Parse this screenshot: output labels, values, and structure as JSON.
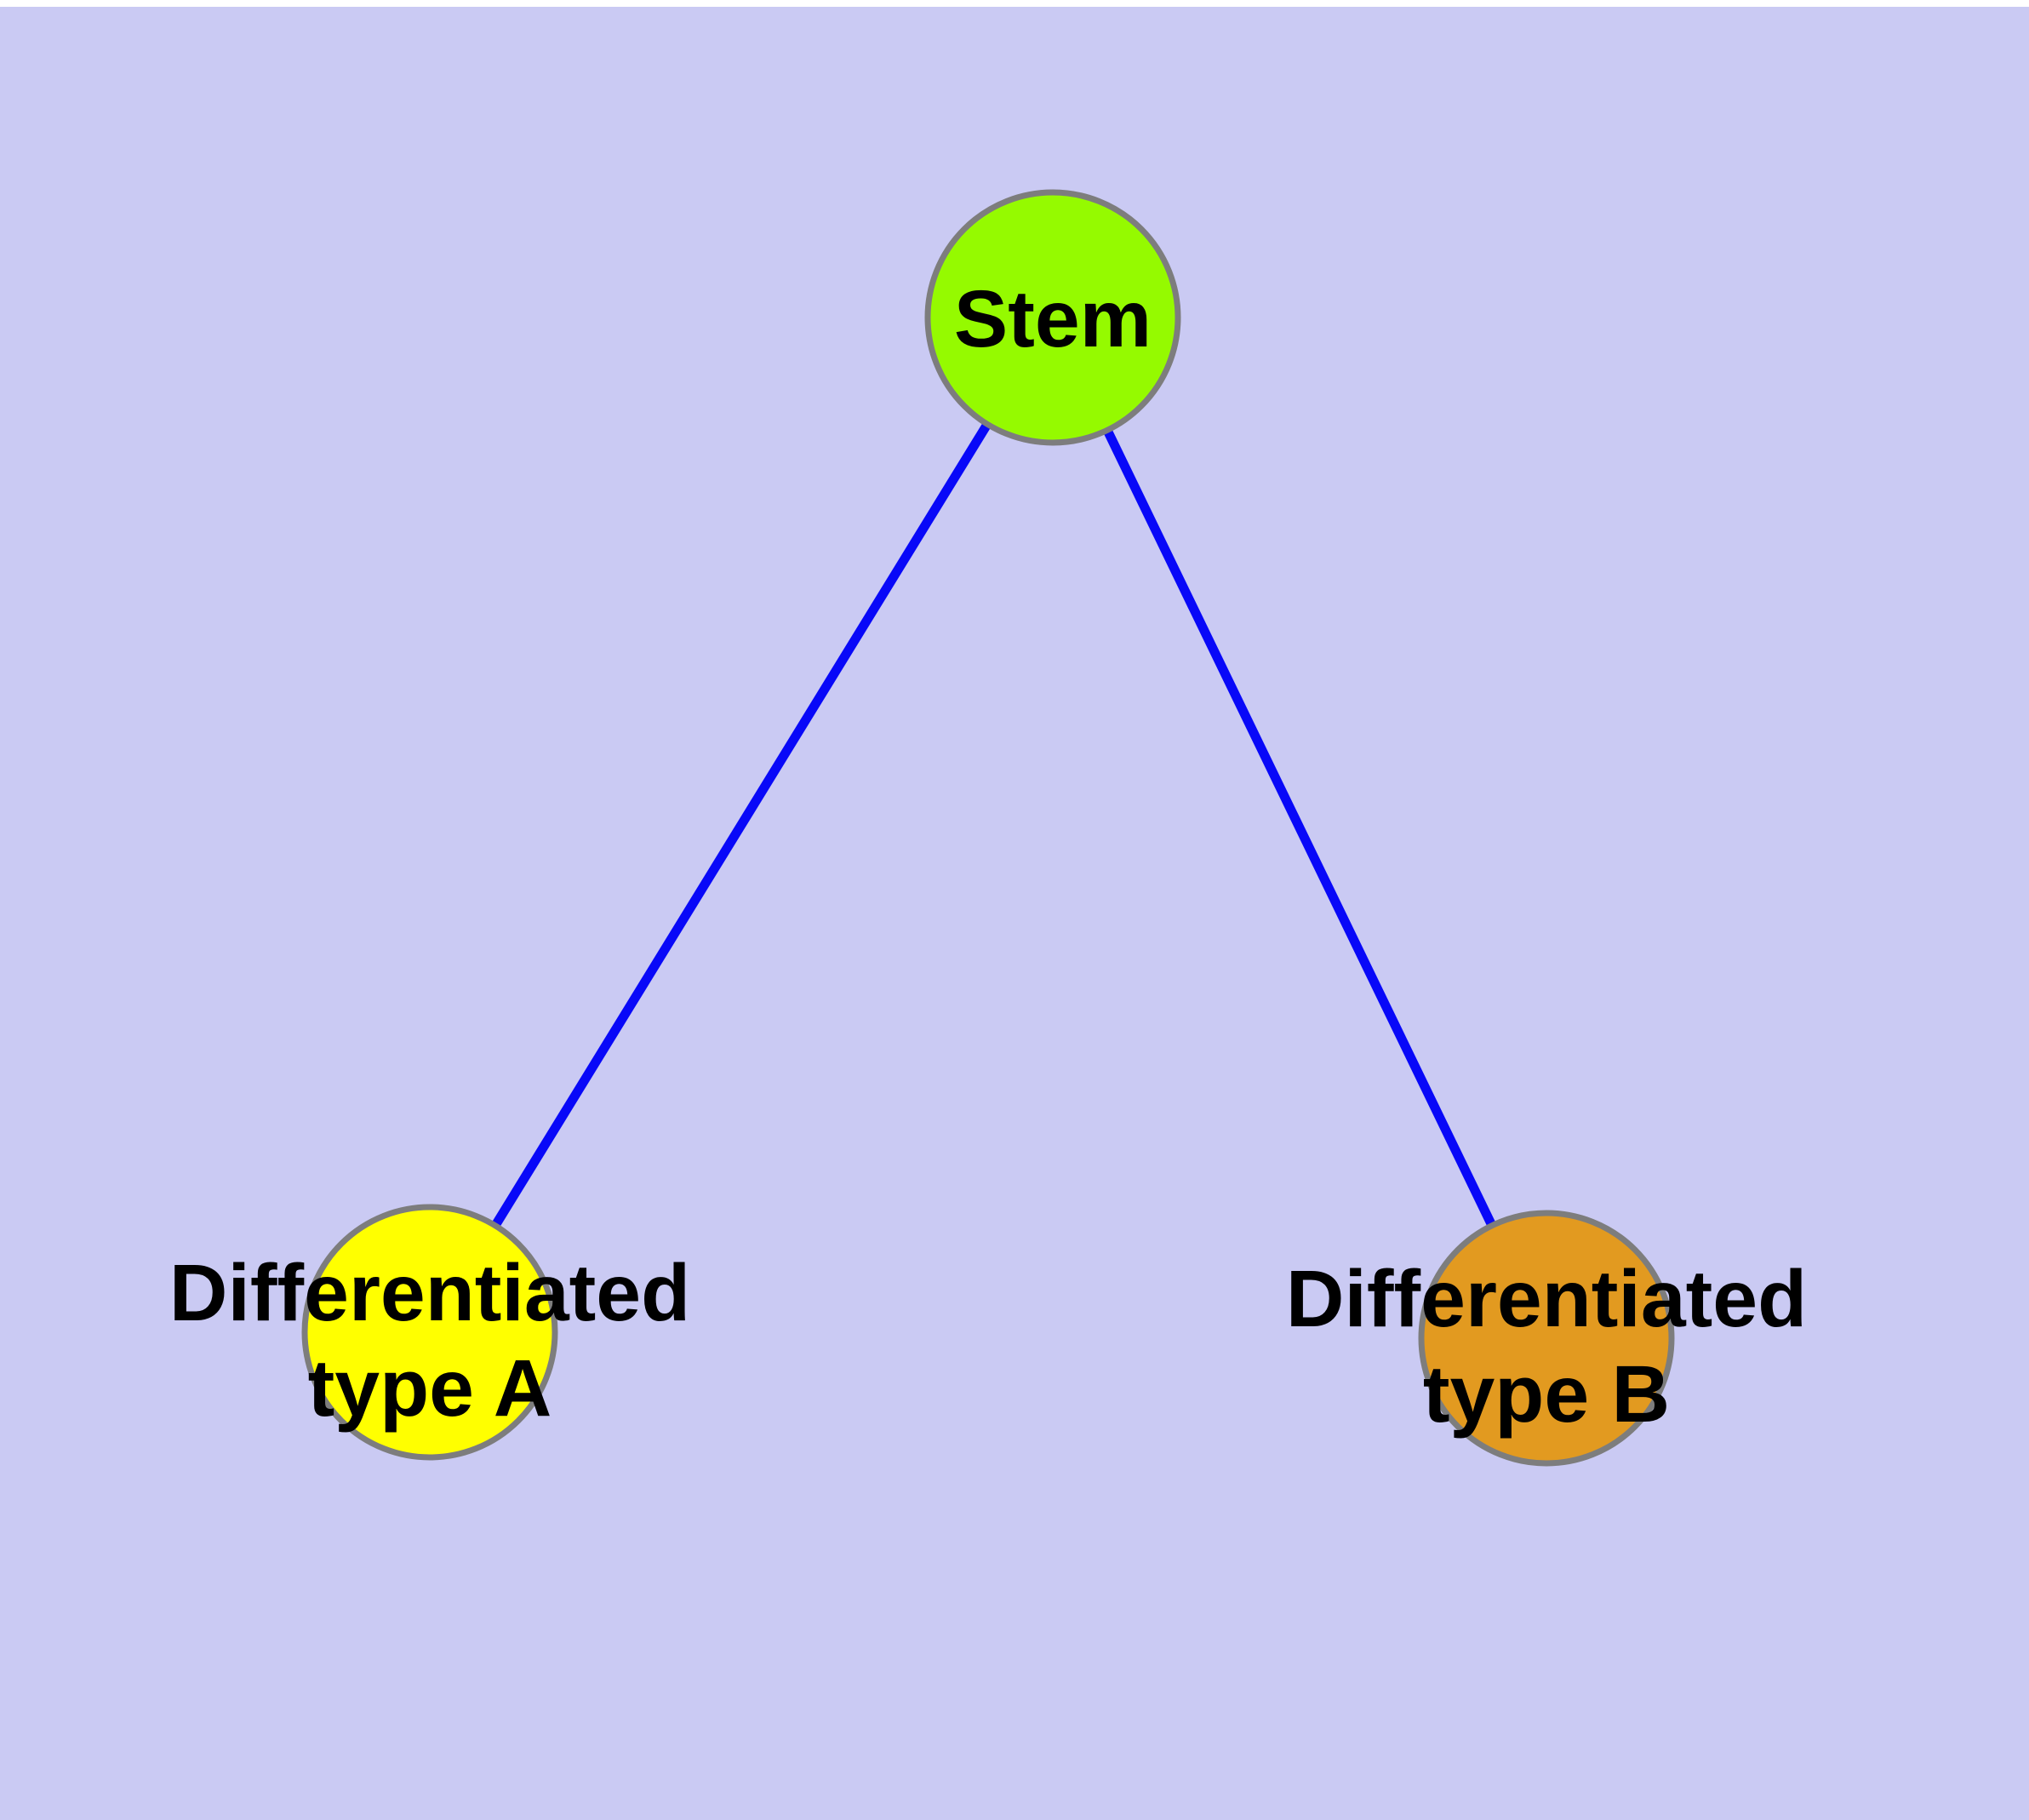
{
  "diagram": {
    "background_color": "#CACAF3",
    "top_edge_color": "#FFFFFF",
    "edge_color": "#0808F8",
    "node_border_color": "#7D7D7D",
    "label_color": "#000000",
    "nodes": [
      {
        "id": "stem",
        "label": "Stem",
        "label_line1": "Stem",
        "label_line2": "",
        "color": "#95FA00"
      },
      {
        "id": "differentiated-type-a",
        "label": "Differentiated type A",
        "label_line1": "Differentiated",
        "label_line2": "type A",
        "color": "#FFFF00"
      },
      {
        "id": "differentiated-type-b",
        "label": "Differentiated type B",
        "label_line1": "Differentiated",
        "label_line2": "type B",
        "color": "#E29A20"
      }
    ],
    "edges": [
      {
        "from": "Stem",
        "to": "Differentiated type A"
      },
      {
        "from": "Stem",
        "to": "Differentiated type B"
      }
    ]
  }
}
